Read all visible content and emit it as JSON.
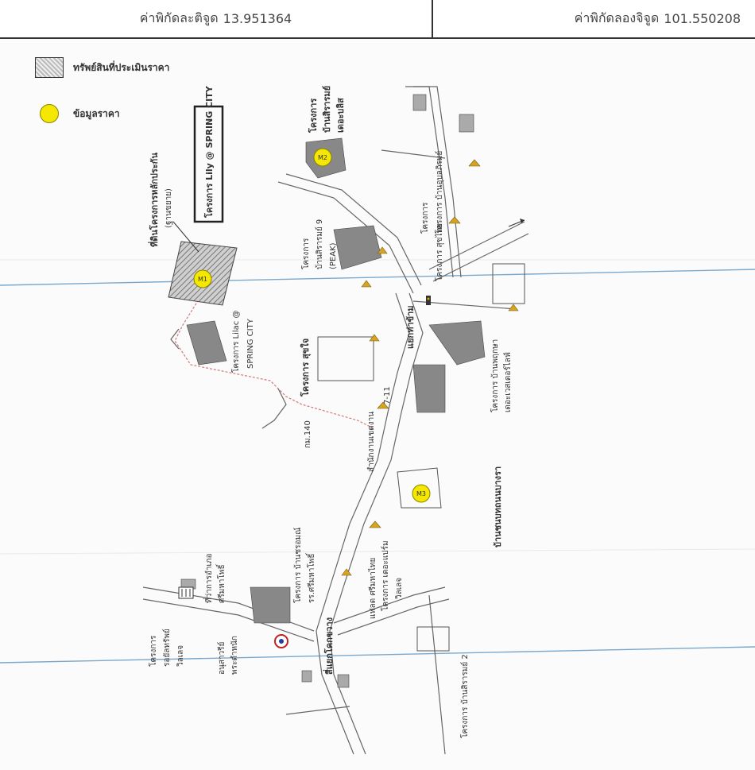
{
  "header": {
    "latitude_label": "ค่าพิกัดละติจูด",
    "latitude_value": "13.951364",
    "longitude_label": "ค่าพิกัดลองจิจูด",
    "longitude_value": "101.550208"
  },
  "legend": {
    "subject_property": "ทรัพย์สินที่ประเมินราคา",
    "price_data": "ข้อมูลราคา"
  },
  "labels": {
    "spring_city_lily": "โครงการ Lily @ SPRING CITY",
    "subject_land": "ที่ดินโครงการหลักประกัน",
    "subject_land_sub": "(ฐานขยาย)",
    "lilac": "โครงการ Lilac @",
    "lilac_sub": "SPRING CITY",
    "baan_sirarom": "โครงการ",
    "baan_sirarom_name": "บ้านสิรารมย์",
    "baan_sirarom_sub": "เดอะบลิส",
    "baan_sirarom9": "โครงการ",
    "baan_sirarom9_name": "บ้านสิรารมย์ 9",
    "baan_sirarom9_sub": "(PEAK)",
    "suksan": "โครงการ สุขใจ",
    "seven_eleven": "7-11",
    "tambon_office": "สำนักงานเขตงาน",
    "yaek_thakham": "แยกท่าข้าม",
    "baan_prueksa": "โครงการ บ้านพฤกษา",
    "baan_prueksa_sub": "เดอะเวสเตอร์ไลฟ์",
    "baan_pathumthani": "โครงการ",
    "baan_pathumthani_name": "บ้านชนบทถนนบางรา",
    "baan_ubon": "โครงการ บ้านอุบลภิรมย์",
    "sukhothai": "โครงการ สุขไทย",
    "the_pagoda": "โครงการ เดอะแปร์ม",
    "the_pagoda_sub": "วิลเลจ",
    "sri_mahatai": "แฟลต ศรีมหาไทย",
    "bansiri": "โครงการ บ้านชรอมณ์",
    "sri_chomphu": "รร.ศรีมหาโพธิ์",
    "tambon_mahapho": "ที่ว่าการอำเภอ",
    "tambon_mahapho_sub": "ศรีมหาโพธิ์",
    "yaek_khokwang": "สี่แยกโคกขวาง",
    "royal_village": "โครงการ",
    "royal_village_name": "รอยัลทรัพย์",
    "royal_village_sub": "วิลเลจ",
    "monument": "อนุสาวรีย์",
    "monument_sub": "พระตำหนัก",
    "bansiri2": "โครงการ บ้านสิรารมย์ 2",
    "m1": "M1",
    "m2": "M2",
    "m3": "M3",
    "km_post": "กม.140"
  },
  "colors": {
    "price_marker": "#f5e800",
    "subject_hatch": "#9a9a9a",
    "road": "#666666",
    "grid_line": "#6fa0c8",
    "pink_boundary": "#d27a7a"
  }
}
